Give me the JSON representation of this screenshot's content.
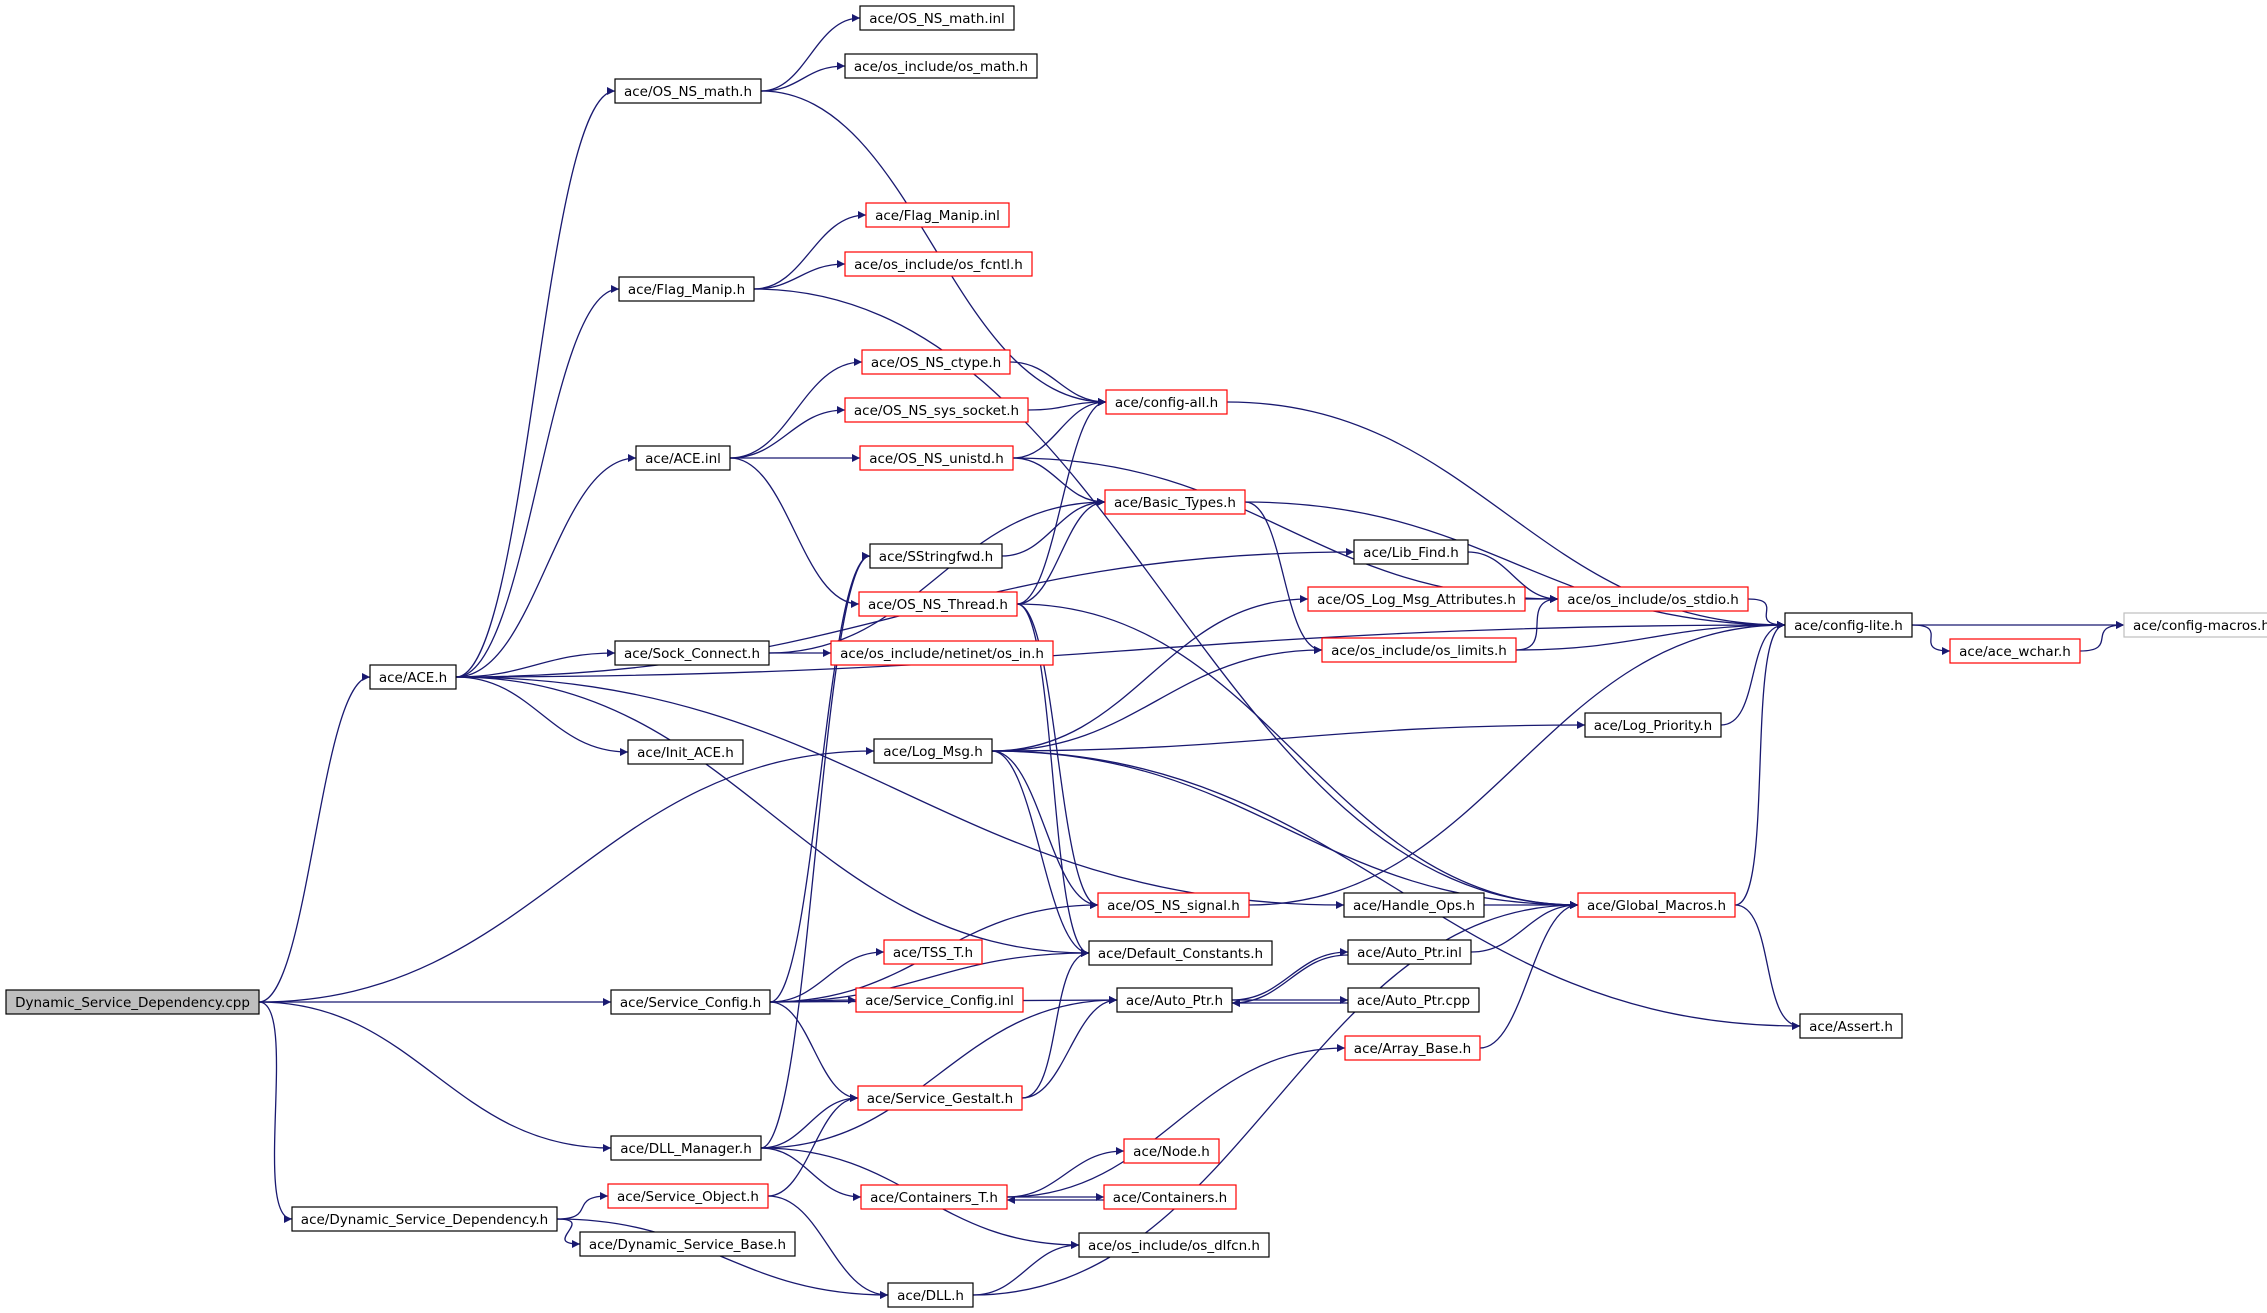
{
  "graph_data": {
    "type": "include-dependency-graph",
    "colors": {
      "edge": "#191970",
      "border_normal": "#000000",
      "border_truncated": "#ff0000",
      "border_external": "#bfbfbf",
      "root_fill": "#bfbfbf",
      "node_fill": "#ffffff"
    },
    "nodes": [
      {
        "id": "root",
        "label": "Dynamic_Service_Dependency.cpp",
        "style": "root"
      },
      {
        "id": "ace_h",
        "label": "ace/ACE.h",
        "style": "normal"
      },
      {
        "id": "dsd_h",
        "label": "ace/Dynamic_Service_Dependency.h",
        "style": "normal"
      },
      {
        "id": "os_ns_math_h",
        "label": "ace/OS_NS_math.h",
        "style": "normal"
      },
      {
        "id": "os_ns_math_inl",
        "label": "ace/OS_NS_math.inl",
        "style": "normal"
      },
      {
        "id": "os_math_h",
        "label": "ace/os_include/os_math.h",
        "style": "normal"
      },
      {
        "id": "flag_manip_h",
        "label": "ace/Flag_Manip.h",
        "style": "normal"
      },
      {
        "id": "flag_manip_inl",
        "label": "ace/Flag_Manip.inl",
        "style": "truncated"
      },
      {
        "id": "os_fcntl_h",
        "label": "ace/os_include/os_fcntl.h",
        "style": "truncated"
      },
      {
        "id": "ace_inl",
        "label": "ace/ACE.inl",
        "style": "normal"
      },
      {
        "id": "os_ns_ctype_h",
        "label": "ace/OS_NS_ctype.h",
        "style": "truncated"
      },
      {
        "id": "os_ns_sys_socket_h",
        "label": "ace/OS_NS_sys_socket.h",
        "style": "truncated"
      },
      {
        "id": "os_ns_unistd_h",
        "label": "ace/OS_NS_unistd.h",
        "style": "truncated"
      },
      {
        "id": "config_all_h",
        "label": "ace/config-all.h",
        "style": "truncated"
      },
      {
        "id": "basic_types_h",
        "label": "ace/Basic_Types.h",
        "style": "truncated"
      },
      {
        "id": "sstringfwd_h",
        "label": "ace/SStringfwd.h",
        "style": "normal"
      },
      {
        "id": "os_ns_thread_h",
        "label": "ace/OS_NS_Thread.h",
        "style": "truncated"
      },
      {
        "id": "lib_find_h",
        "label": "ace/Lib_Find.h",
        "style": "normal"
      },
      {
        "id": "os_log_msg_attr_h",
        "label": "ace/OS_Log_Msg_Attributes.h",
        "style": "truncated"
      },
      {
        "id": "os_stdio_h",
        "label": "ace/os_include/os_stdio.h",
        "style": "truncated"
      },
      {
        "id": "os_limits_h",
        "label": "ace/os_include/os_limits.h",
        "style": "truncated"
      },
      {
        "id": "sock_connect_h",
        "label": "ace/Sock_Connect.h",
        "style": "normal"
      },
      {
        "id": "os_in_h",
        "label": "ace/os_include/netinet/os_in.h",
        "style": "truncated"
      },
      {
        "id": "config_lite_h",
        "label": "ace/config-lite.h",
        "style": "normal"
      },
      {
        "id": "config_macros_h",
        "label": "ace/config-macros.h",
        "style": "external"
      },
      {
        "id": "ace_wchar_h",
        "label": "ace/ace_wchar.h",
        "style": "truncated"
      },
      {
        "id": "init_ace_h",
        "label": "ace/Init_ACE.h",
        "style": "normal"
      },
      {
        "id": "log_msg_h",
        "label": "ace/Log_Msg.h",
        "style": "normal"
      },
      {
        "id": "log_priority_h",
        "label": "ace/Log_Priority.h",
        "style": "normal"
      },
      {
        "id": "os_ns_signal_h",
        "label": "ace/OS_NS_signal.h",
        "style": "truncated"
      },
      {
        "id": "handle_ops_h",
        "label": "ace/Handle_Ops.h",
        "style": "normal"
      },
      {
        "id": "global_macros_h",
        "label": "ace/Global_Macros.h",
        "style": "truncated"
      },
      {
        "id": "default_constants_h",
        "label": "ace/Default_Constants.h",
        "style": "normal"
      },
      {
        "id": "tss_t_h",
        "label": "ace/TSS_T.h",
        "style": "truncated"
      },
      {
        "id": "service_config_h",
        "label": "ace/Service_Config.h",
        "style": "normal"
      },
      {
        "id": "service_config_inl",
        "label": "ace/Service_Config.inl",
        "style": "truncated"
      },
      {
        "id": "auto_ptr_h",
        "label": "ace/Auto_Ptr.h",
        "style": "normal"
      },
      {
        "id": "auto_ptr_inl",
        "label": "ace/Auto_Ptr.inl",
        "style": "normal"
      },
      {
        "id": "auto_ptr_cpp",
        "label": "ace/Auto_Ptr.cpp",
        "style": "normal"
      },
      {
        "id": "array_base_h",
        "label": "ace/Array_Base.h",
        "style": "truncated"
      },
      {
        "id": "assert_h",
        "label": "ace/Assert.h",
        "style": "normal"
      },
      {
        "id": "service_gestalt_h",
        "label": "ace/Service_Gestalt.h",
        "style": "truncated"
      },
      {
        "id": "dll_manager_h",
        "label": "ace/DLL_Manager.h",
        "style": "normal"
      },
      {
        "id": "node_h",
        "label": "ace/Node.h",
        "style": "truncated"
      },
      {
        "id": "containers_t_h",
        "label": "ace/Containers_T.h",
        "style": "truncated"
      },
      {
        "id": "containers_h",
        "label": "ace/Containers.h",
        "style": "truncated"
      },
      {
        "id": "service_object_h",
        "label": "ace/Service_Object.h",
        "style": "truncated"
      },
      {
        "id": "dynamic_service_base_h",
        "label": "ace/Dynamic_Service_Base.h",
        "style": "normal"
      },
      {
        "id": "os_dlfcn_h",
        "label": "ace/os_include/os_dlfcn.h",
        "style": "normal"
      },
      {
        "id": "dll_h",
        "label": "ace/DLL.h",
        "style": "normal"
      }
    ],
    "edges": [
      [
        "root",
        "ace_h"
      ],
      [
        "root",
        "log_msg_h"
      ],
      [
        "root",
        "service_config_h"
      ],
      [
        "root",
        "dll_manager_h"
      ],
      [
        "root",
        "dsd_h"
      ],
      [
        "ace_h",
        "os_ns_math_h"
      ],
      [
        "ace_h",
        "config_lite_h"
      ],
      [
        "ace_h",
        "flag_manip_h"
      ],
      [
        "ace_h",
        "ace_inl"
      ],
      [
        "ace_h",
        "sock_connect_h"
      ],
      [
        "ace_h",
        "lib_find_h"
      ],
      [
        "ace_h",
        "init_ace_h"
      ],
      [
        "ace_h",
        "handle_ops_h"
      ],
      [
        "ace_h",
        "default_constants_h"
      ],
      [
        "os_ns_math_h",
        "os_ns_math_inl"
      ],
      [
        "os_ns_math_h",
        "os_math_h"
      ],
      [
        "os_ns_math_h",
        "config_all_h"
      ],
      [
        "flag_manip_h",
        "flag_manip_inl"
      ],
      [
        "flag_manip_h",
        "os_fcntl_h"
      ],
      [
        "flag_manip_h",
        "global_macros_h"
      ],
      [
        "ace_inl",
        "os_ns_ctype_h"
      ],
      [
        "ace_inl",
        "os_ns_sys_socket_h"
      ],
      [
        "ace_inl",
        "os_ns_unistd_h"
      ],
      [
        "ace_inl",
        "os_ns_thread_h"
      ],
      [
        "os_ns_ctype_h",
        "config_all_h"
      ],
      [
        "os_ns_sys_socket_h",
        "config_all_h"
      ],
      [
        "os_ns_unistd_h",
        "config_all_h"
      ],
      [
        "os_ns_unistd_h",
        "basic_types_h"
      ],
      [
        "os_ns_unistd_h",
        "os_stdio_h"
      ],
      [
        "config_all_h",
        "config_lite_h"
      ],
      [
        "basic_types_h",
        "config_lite_h"
      ],
      [
        "basic_types_h",
        "os_limits_h"
      ],
      [
        "sstringfwd_h",
        "basic_types_h"
      ],
      [
        "os_ns_thread_h",
        "config_all_h"
      ],
      [
        "os_ns_thread_h",
        "basic_types_h"
      ],
      [
        "os_ns_thread_h",
        "os_ns_signal_h"
      ],
      [
        "os_ns_thread_h",
        "global_macros_h"
      ],
      [
        "os_ns_thread_h",
        "default_constants_h"
      ],
      [
        "sock_connect_h",
        "basic_types_h"
      ],
      [
        "sock_connect_h",
        "os_in_h"
      ],
      [
        "lib_find_h",
        "os_stdio_h"
      ],
      [
        "os_log_msg_attr_h",
        "os_stdio_h"
      ],
      [
        "os_stdio_h",
        "config_lite_h"
      ],
      [
        "os_limits_h",
        "config_lite_h"
      ],
      [
        "os_limits_h",
        "os_stdio_h"
      ],
      [
        "config_lite_h",
        "config_macros_h"
      ],
      [
        "config_lite_h",
        "ace_wchar_h"
      ],
      [
        "ace_wchar_h",
        "config_macros_h"
      ],
      [
        "log_msg_h",
        "os_log_msg_attr_h"
      ],
      [
        "log_msg_h",
        "os_limits_h"
      ],
      [
        "log_msg_h",
        "log_priority_h"
      ],
      [
        "log_msg_h",
        "global_macros_h"
      ],
      [
        "log_msg_h",
        "os_ns_signal_h"
      ],
      [
        "log_msg_h",
        "default_constants_h"
      ],
      [
        "log_msg_h",
        "assert_h"
      ],
      [
        "log_priority_h",
        "config_lite_h"
      ],
      [
        "os_ns_signal_h",
        "config_lite_h"
      ],
      [
        "handle_ops_h",
        "global_macros_h"
      ],
      [
        "global_macros_h",
        "config_lite_h"
      ],
      [
        "global_macros_h",
        "assert_h"
      ],
      [
        "service_config_h",
        "sstringfwd_h"
      ],
      [
        "service_config_h",
        "os_ns_signal_h"
      ],
      [
        "service_config_h",
        "tss_t_h"
      ],
      [
        "service_config_h",
        "service_config_inl"
      ],
      [
        "service_config_h",
        "default_constants_h"
      ],
      [
        "service_config_h",
        "service_gestalt_h"
      ],
      [
        "service_config_h",
        "auto_ptr_h"
      ],
      [
        "auto_ptr_h",
        "auto_ptr_inl"
      ],
      [
        "auto_ptr_h",
        "auto_ptr_cpp"
      ],
      [
        "auto_ptr_inl",
        "auto_ptr_h"
      ],
      [
        "auto_ptr_inl",
        "global_macros_h"
      ],
      [
        "auto_ptr_cpp",
        "auto_ptr_h"
      ],
      [
        "array_base_h",
        "global_macros_h"
      ],
      [
        "service_gestalt_h",
        "default_constants_h"
      ],
      [
        "service_gestalt_h",
        "auto_ptr_h"
      ],
      [
        "dll_manager_h",
        "sstringfwd_h"
      ],
      [
        "dll_manager_h",
        "service_gestalt_h"
      ],
      [
        "dll_manager_h",
        "containers_t_h"
      ],
      [
        "dll_manager_h",
        "os_dlfcn_h"
      ],
      [
        "dll_manager_h",
        "auto_ptr_h"
      ],
      [
        "containers_t_h",
        "array_base_h"
      ],
      [
        "containers_t_h",
        "node_h"
      ],
      [
        "containers_t_h",
        "containers_h"
      ],
      [
        "containers_h",
        "containers_t_h"
      ],
      [
        "dsd_h",
        "service_object_h"
      ],
      [
        "dsd_h",
        "dynamic_service_base_h"
      ],
      [
        "dsd_h",
        "dll_h"
      ],
      [
        "service_object_h",
        "service_gestalt_h"
      ],
      [
        "service_object_h",
        "dll_h"
      ],
      [
        "dll_h",
        "os_dlfcn_h"
      ],
      [
        "dll_h",
        "global_macros_h"
      ]
    ]
  }
}
